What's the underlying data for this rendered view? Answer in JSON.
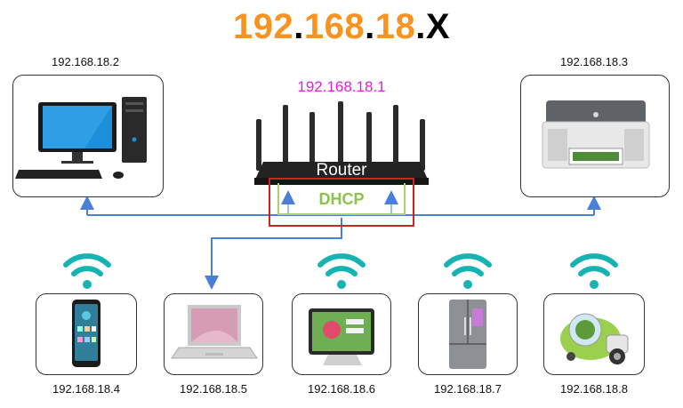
{
  "title": {
    "p1": "192",
    "p2": ".",
    "p3": "168",
    "p4": ".",
    "p5": "18",
    "p6": ".",
    "p7": "X"
  },
  "router": {
    "ip": "192.168.18.1",
    "label": "Router",
    "dhcp": "DHCP"
  },
  "top_devices": [
    {
      "ip": "192.168.18.2",
      "icon": "desktop-computer-icon"
    },
    {
      "ip": "192.168.18.3",
      "icon": "printer-icon"
    }
  ],
  "bottom_devices": [
    {
      "ip": "192.168.18.4",
      "icon": "smartphone-icon"
    },
    {
      "ip": "192.168.18.5",
      "icon": "laptop-icon"
    },
    {
      "ip": "192.168.18.6",
      "icon": "tablet-icon"
    },
    {
      "ip": "192.168.18.7",
      "icon": "refrigerator-icon"
    },
    {
      "ip": "192.168.18.8",
      "icon": "robot-vacuum-icon"
    }
  ],
  "colors": {
    "accent_orange": "#f7931e",
    "router_ip": "#e020e0",
    "link_blue": "#4a7fd8",
    "wifi_teal": "#17b3b3",
    "dhcp_green": "#8bc34a",
    "dhcp_frame": "#d42020"
  }
}
